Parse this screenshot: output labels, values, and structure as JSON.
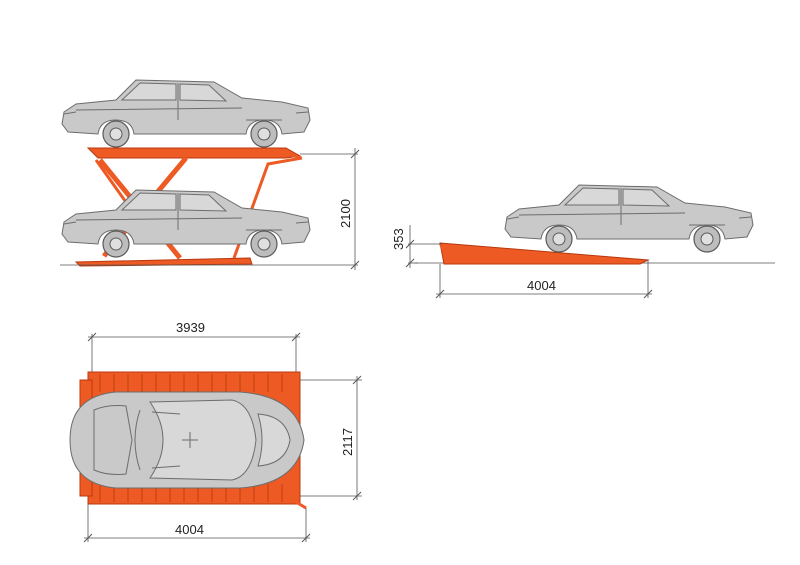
{
  "colors": {
    "platform": "#ee5a24",
    "car_fill": "#c9c9c9",
    "car_outline": "#6d6d6d",
    "dimension_line": "#555555"
  },
  "dimensions": {
    "lift_height": "2100",
    "ramp_height": "353",
    "ramp_length": "4004",
    "platform_inner_length": "3939",
    "platform_width": "2117",
    "platform_total_length": "4004"
  }
}
